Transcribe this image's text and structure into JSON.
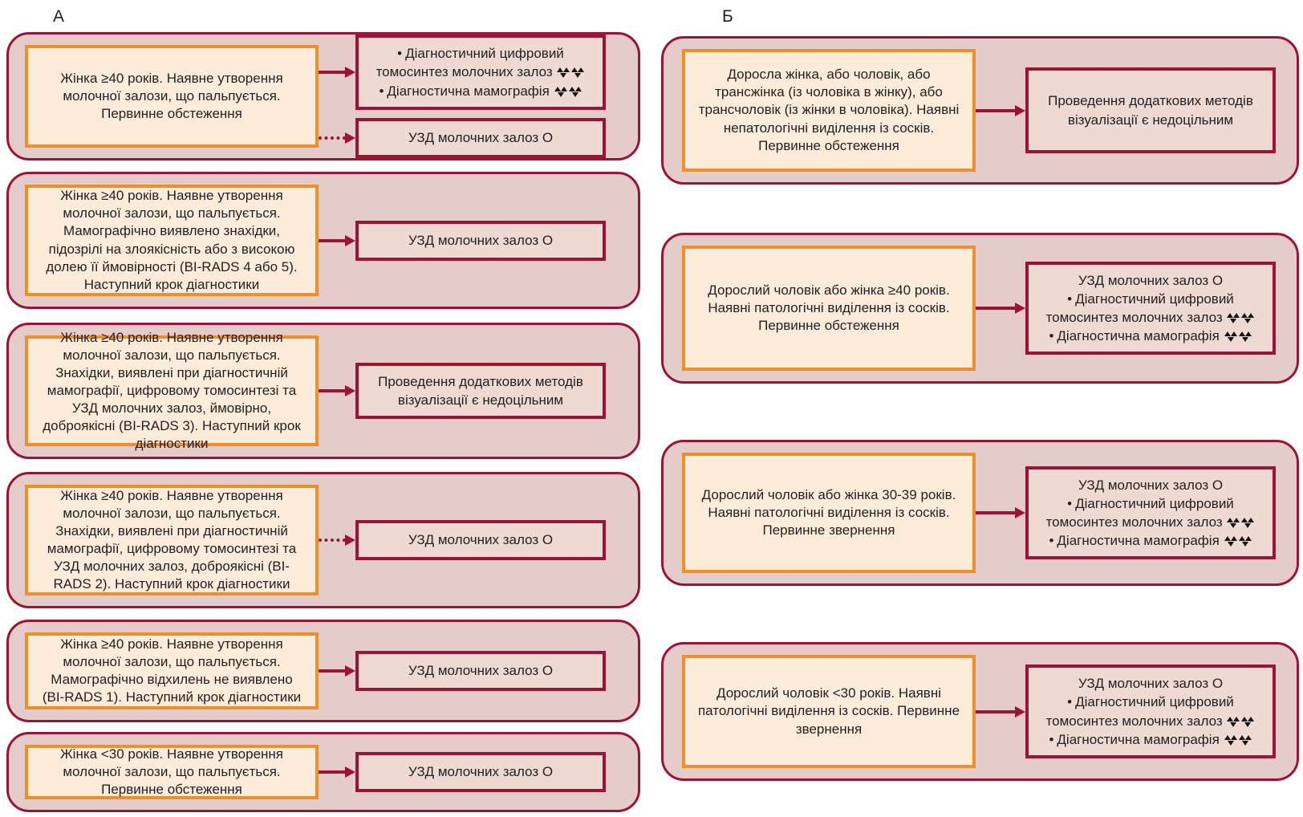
{
  "colors": {
    "panel_fill": "#e4cccb",
    "panel_border": "#9d1336",
    "case_fill": "#fcecd9",
    "case_border": "#ee8f2a",
    "result_fill": "#eed9d3",
    "arrow": "#9d1336",
    "text": "#231f20",
    "radiation_icon": "#141414"
  },
  "icons": {
    "bullet": "•",
    "radiation": "radiation-trefoil"
  },
  "columns": [
    {
      "label": "А",
      "panels": [
        {
          "case": "Жінка ≥40 років. Наявне утворення молочної залози, що пальпується. Первинне обстеження",
          "results": [
            {
              "arrow": "solid",
              "items": [
                {
                  "bullet": true,
                  "radiation": true,
                  "text": "Діагностичний цифровий томосинтез молочних залоз"
                },
                {
                  "bullet": true,
                  "radiation": true,
                  "text": "Діагностична мамографія"
                }
              ]
            },
            {
              "arrow": "dotted",
              "items": [
                {
                  "bullet": false,
                  "radiation": false,
                  "text": "УЗД молочних залоз О"
                }
              ]
            }
          ]
        },
        {
          "case": "Жінка ≥40 років. Наявне утворення молочної залози, що пальпується. Мамографічно виявлено знахідки, підозрілі на злоякісність або з високою долею її ймовірності (BI-RADS 4 або 5). Наступний крок діагностики",
          "results": [
            {
              "arrow": "solid",
              "items": [
                {
                  "bullet": false,
                  "radiation": false,
                  "text": "УЗД молочних залоз О"
                }
              ]
            }
          ]
        },
        {
          "case": "Жінка ≥40 років. Наявне утворення молочної залози, що пальпується. Знахідки, виявлені при діагностичній мамографії, цифровому томосинтезі та УЗД молочних залоз, ймовірно, доброякісні (BI-RADS 3). Наступний крок діагностики",
          "results": [
            {
              "arrow": "solid",
              "items": [
                {
                  "bullet": false,
                  "radiation": false,
                  "text": "Проведення додаткових методів візуалізації є недоцільним"
                }
              ]
            }
          ]
        },
        {
          "case": "Жінка ≥40 років. Наявне утворення молочної залози, що пальпується. Знахідки, виявлені при діагностичній мамографії, цифровому томосинтезі та УЗД молочних залоз, доброякісні (BI-RADS 2). Наступний крок діагностики",
          "results": [
            {
              "arrow": "dotted",
              "items": [
                {
                  "bullet": false,
                  "radiation": false,
                  "text": "УЗД молочних залоз О"
                }
              ]
            }
          ]
        },
        {
          "case": "Жінка ≥40 років. Наявне утворення молочної залози, що пальпується. Мамографічно відхилень не виявлено (BI-RADS 1). Наступний крок діагностики",
          "results": [
            {
              "arrow": "solid",
              "items": [
                {
                  "bullet": false,
                  "radiation": false,
                  "text": "УЗД молочних залоз О"
                }
              ]
            }
          ]
        },
        {
          "case": "Жінка <30 років. Наявне утворення молочної залози, що пальпується. Первинне обстеження",
          "results": [
            {
              "arrow": "solid",
              "items": [
                {
                  "bullet": false,
                  "radiation": false,
                  "text": "УЗД молочних залоз О"
                }
              ]
            }
          ]
        }
      ]
    },
    {
      "label": "Б",
      "panels": [
        {
          "case": "Доросла жінка, або чоловік, або трансжінка (із чоловіка в жінку), або трансчоловік (із жінки в чоловіка). Наявні непатологічні виділення із сосків. Первинне обстеження",
          "results": [
            {
              "arrow": "solid",
              "roomy": true,
              "items": [
                {
                  "bullet": false,
                  "radiation": false,
                  "text": "Проведення додаткових методів візуалізації є недоцільним"
                }
              ]
            }
          ]
        },
        {
          "case": "Дорослий чоловік або жінка ≥40 років. Наявні патологічні виділення із сосків. Первинне обстеження",
          "results": [
            {
              "arrow": "solid",
              "items": [
                {
                  "bullet": false,
                  "radiation": false,
                  "text": "УЗД молочних залоз О"
                },
                {
                  "bullet": true,
                  "radiation": true,
                  "text": "Діагностичний цифровий томосинтез молочних залоз"
                },
                {
                  "bullet": true,
                  "radiation": true,
                  "text": "Діагностична мамографія"
                }
              ]
            }
          ]
        },
        {
          "case": "Дорослий чоловік або жінка 30-39 років. Наявні патологічні виділення із сосків. Первинне звернення",
          "results": [
            {
              "arrow": "solid",
              "items": [
                {
                  "bullet": false,
                  "radiation": false,
                  "text": "УЗД молочних залоз О"
                },
                {
                  "bullet": true,
                  "radiation": true,
                  "text": "Діагностичний цифровий томосинтез молочних залоз"
                },
                {
                  "bullet": true,
                  "radiation": true,
                  "text": "Діагностична мамографія"
                }
              ]
            }
          ]
        },
        {
          "case": "Дорослий чоловік <30 років. Наявні патологічні виділення із сосків. Первинне звернення",
          "results": [
            {
              "arrow": "solid",
              "items": [
                {
                  "bullet": false,
                  "radiation": false,
                  "text": "УЗД молочних залоз О"
                },
                {
                  "bullet": true,
                  "radiation": true,
                  "text": "Діагностичний цифровий томосинтез молочних залоз"
                },
                {
                  "bullet": true,
                  "radiation": true,
                  "text": "Діагностична мамографія"
                }
              ]
            }
          ]
        }
      ]
    }
  ]
}
